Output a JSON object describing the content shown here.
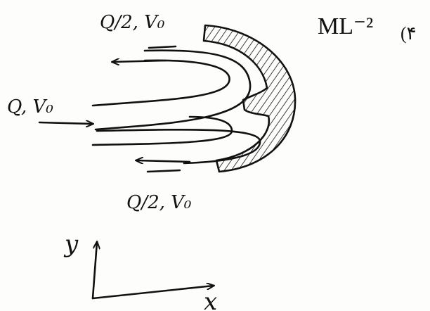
{
  "labels": {
    "top_flow": "Q/2, V₀",
    "inlet_flow": "Q, V₀",
    "bottom_flow": "Q/2, V₀",
    "dimension": "ML⁻²",
    "dimension_option": "(۴",
    "axis_y": "y",
    "axis_x": "x"
  },
  "icons": {
    "vane": "curved-deflector-vane",
    "arrows": "flow-arrow"
  },
  "colors": {
    "ink": "#111111",
    "paper": "#fdfdfc"
  }
}
